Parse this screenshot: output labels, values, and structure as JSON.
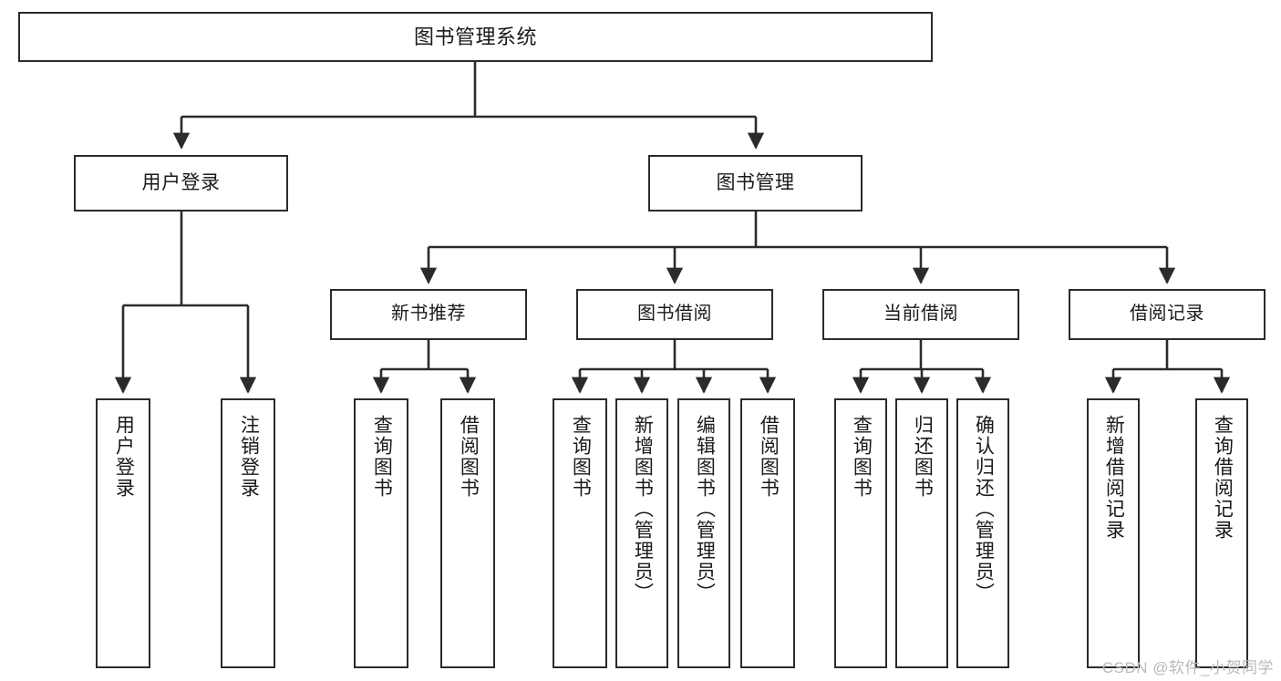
{
  "diagram": {
    "title": "图书管理系统",
    "root": {
      "label": "图书管理系统"
    },
    "level1": [
      {
        "label": "用户登录"
      },
      {
        "label": "图书管理"
      }
    ],
    "level2": [
      {
        "label": "新书推荐"
      },
      {
        "label": "图书借阅"
      },
      {
        "label": "当前借阅"
      },
      {
        "label": "借阅记录"
      }
    ],
    "leaves": {
      "user_login": [
        {
          "label": "用户登录"
        },
        {
          "label": "注销登录"
        }
      ],
      "new_book_recommend": [
        {
          "label": "查询图书"
        },
        {
          "label": "借阅图书"
        }
      ],
      "book_borrow": [
        {
          "label": "查询图书"
        },
        {
          "label": "新增图书（管理员）"
        },
        {
          "label": "编辑图书（管理员）"
        },
        {
          "label": "借阅图书"
        }
      ],
      "current_borrow": [
        {
          "label": "查询图书"
        },
        {
          "label": "归还图书"
        },
        {
          "label": "确认归还（管理员）"
        }
      ],
      "borrow_record": [
        {
          "label": "新增借阅记录"
        },
        {
          "label": "查询借阅记录"
        }
      ]
    }
  },
  "watermark": {
    "text": "CSDN @软件_小贺同学"
  },
  "colors": {
    "border": "#2b2b2b",
    "text": "#1a1a1a",
    "background": "#ffffff",
    "watermark": "#b9b9b9"
  }
}
